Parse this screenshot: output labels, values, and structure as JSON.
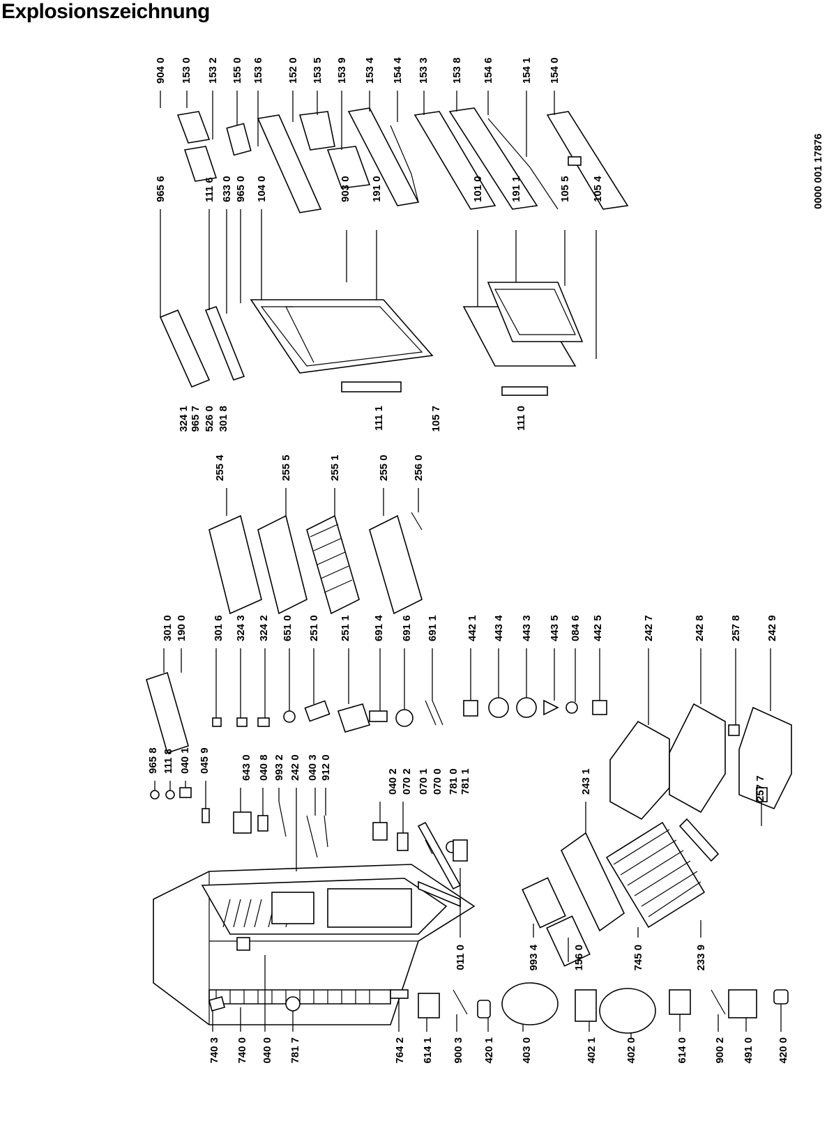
{
  "title": "Explosionszeichnung",
  "document_number": "0000 001 17876",
  "part_numbers": {
    "top_row": [
      "904 0",
      "153 0",
      "153 2",
      "155 0",
      "153 6",
      "152 0",
      "153 5",
      "153 9",
      "153 4",
      "154 4",
      "153 3",
      "153 8",
      "154 6",
      "154 1",
      "154 0"
    ],
    "door_upper": [
      "965 6",
      "111 6",
      "633 0",
      "965 0",
      "104 0",
      "903 0",
      "191 0",
      "101 0",
      "191 1",
      "105 5",
      "105 4"
    ],
    "door_lower": [
      "324 1",
      "965 7",
      "526 0",
      "301 8",
      "111 1",
      "105 7",
      "111 0"
    ],
    "shelves": [
      "255 4",
      "255 5",
      "255 1",
      "255 0",
      "256 0"
    ],
    "middle_right": [
      "301 0",
      "190 0",
      "301 6",
      "324 3",
      "324 2",
      "651 0",
      "251 0",
      "251 1",
      "691 4",
      "691 6",
      "691 1",
      "442 1",
      "443 4",
      "443 3",
      "443 5",
      "084 6",
      "442 5",
      "242 7",
      "242 8",
      "257 8",
      "242 9"
    ],
    "middle_left": [
      "965 8",
      "111 8",
      "040 1",
      "045 9",
      "643 0",
      "040 8",
      "993 2",
      "242 0",
      "040 3",
      "912 0",
      "040 2",
      "070 2",
      "070 1",
      "070 0",
      "781 0",
      "781 1",
      "243 1",
      "257 7"
    ],
    "lower": [
      "993 4",
      "156 0",
      "745 0",
      "233 9",
      "011 0"
    ],
    "bottom_row": [
      "740 3",
      "740 0",
      "040 0",
      "781 7",
      "764 2",
      "614 1",
      "900 3",
      "420 1",
      "403 0",
      "402 1",
      "402 0",
      "614 0",
      "900 2",
      "491 0",
      "420 0"
    ]
  }
}
